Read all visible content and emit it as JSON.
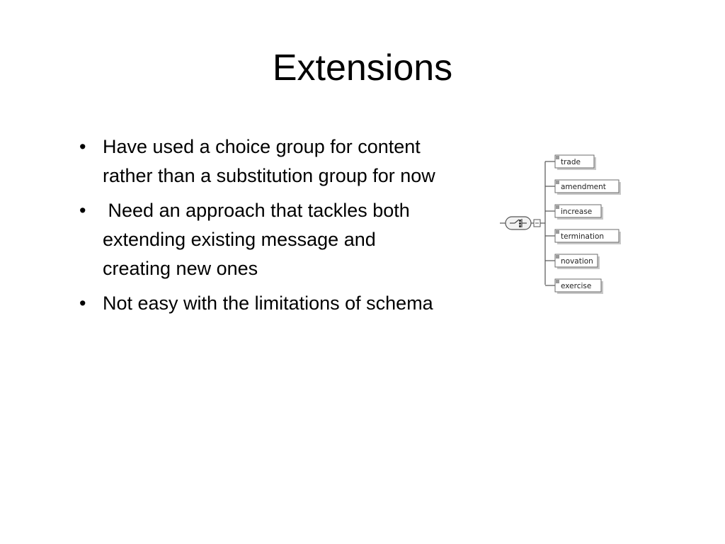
{
  "slide": {
    "title": "Extensions",
    "bullets": [
      {
        "marker": "•",
        "text": "Have used a choice group for content rather than a substitution group for now"
      },
      {
        "marker": "•",
        "text": " Need an approach that tackles both extending existing message and creating new ones"
      },
      {
        "marker": "•",
        "text": "Not easy with the limitations of schema"
      }
    ]
  },
  "diagram": {
    "connector_icon": "sequence-choice-icon",
    "elements": [
      {
        "label": "trade"
      },
      {
        "label": "amendment"
      },
      {
        "label": "increase"
      },
      {
        "label": "termination"
      },
      {
        "label": "novation"
      },
      {
        "label": "exercise"
      }
    ],
    "colors": {
      "box_border": "#6b6b6b",
      "box_fill": "#ffffff",
      "shadow": "#c8c8c8",
      "line": "#555555"
    }
  }
}
